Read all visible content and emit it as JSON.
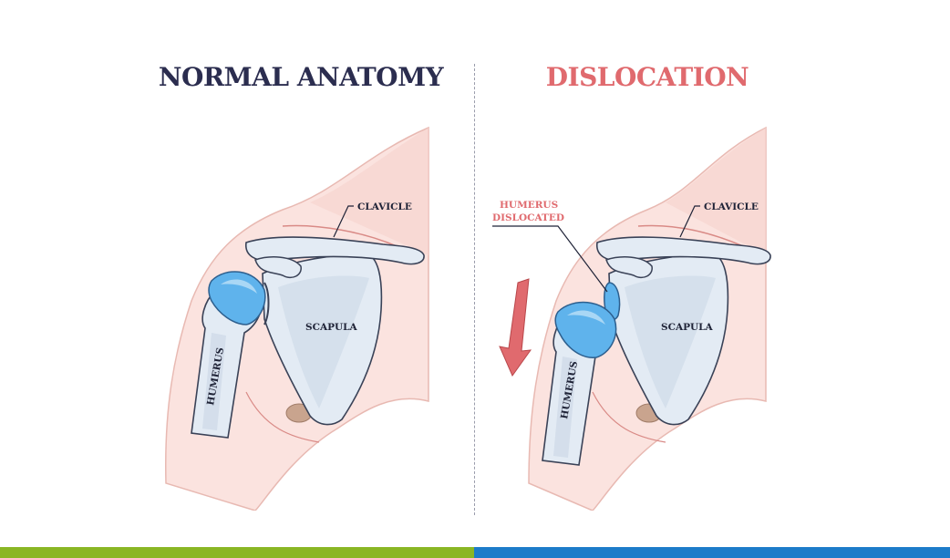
{
  "titles": {
    "left": "NORMAL ANATOMY",
    "right": "DISLOCATION"
  },
  "labels": {
    "clavicle": "CLAVICLE",
    "scapula": "SCAPULA",
    "humerus": "HUMERUS",
    "humerus_dislocated_line1": "HUMERUS",
    "humerus_dislocated_line2": "DISLOCATED"
  },
  "colors": {
    "title_left": "#2b2d4f",
    "title_right": "#e06a6e",
    "skin": "#fbe3df",
    "bone": "#e3ebf4",
    "cartilage": "#5fb3ec",
    "arrow": "#e06a6e",
    "bar_left": "#8ab624",
    "bar_right": "#1d7cc9"
  },
  "icons": {
    "direction": "down-arrow-icon"
  }
}
